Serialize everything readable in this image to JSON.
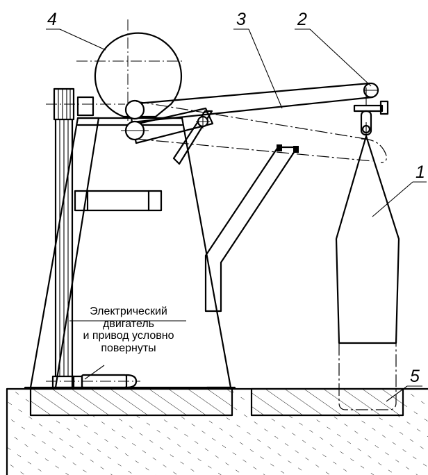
{
  "callouts": [
    {
      "id": "1",
      "text": "1"
    },
    {
      "id": "2",
      "text": "2"
    },
    {
      "id": "3",
      "text": "3"
    },
    {
      "id": "4",
      "text": "4"
    },
    {
      "id": "5",
      "text": "5"
    }
  ],
  "note": {
    "line1": "Электрический",
    "line2": "двигатель",
    "line3": "и привод условно",
    "line4": "повернуты"
  }
}
